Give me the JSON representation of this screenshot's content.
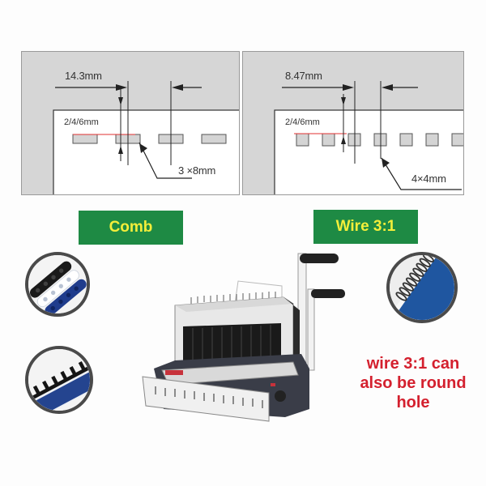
{
  "diagrams": {
    "comb": {
      "pitch_label": "14.3mm",
      "margin_label": "2/4/6mm",
      "hole_size_label": "3 ×8mm",
      "hole_shape": "rectangle"
    },
    "wire": {
      "pitch_label": "8.47mm",
      "margin_label": "2/4/6mm",
      "hole_size_label": "4×4mm",
      "hole_shape": "square"
    }
  },
  "tags": {
    "comb_label": "Comb",
    "wire_label": "Wire 3:1"
  },
  "note": {
    "line1": "wire 3:1 can",
    "line2": "also be round",
    "line3": "hole"
  },
  "colors": {
    "tag_background": "#1e8a44",
    "tag_text": "#f3ee3a",
    "note_text": "#d4202e",
    "margin_line": "#e03030",
    "panel_background": "#d6d6d6"
  },
  "images": {
    "comb_rings_photo": "plastic comb binding spines (black, white, blue)",
    "comb_bound_photo": "comb-bound document with blue cover",
    "wire_bound_photo": "wire-bound notebook with blue cover",
    "machine_photo": "comb and wire binding machine with two handles"
  }
}
